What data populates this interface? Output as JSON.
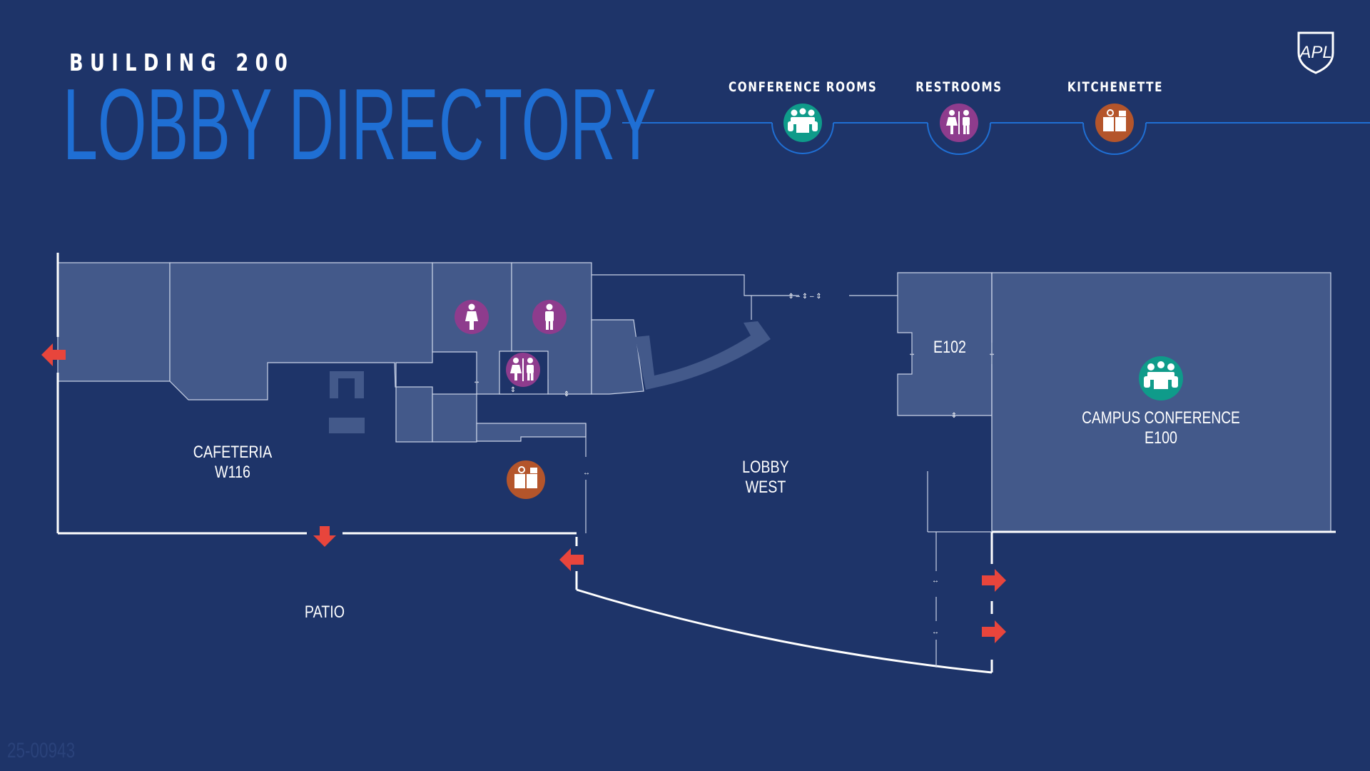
{
  "header": {
    "subtitle": "BUILDING 200",
    "title": "LOBBY DIRECTORY",
    "logo_text": "APL"
  },
  "legend": [
    {
      "label": "CONFERENCE ROOMS",
      "icon": "conference-icon",
      "color": "#0f9b8a"
    },
    {
      "label": "RESTROOMS",
      "icon": "restroom-icon",
      "color": "#8e3c8d"
    },
    {
      "label": "KITCHENETTE",
      "icon": "kitchenette-icon",
      "color": "#b4552b"
    }
  ],
  "rooms": {
    "cafeteria": {
      "name": "CAFETERIA",
      "number": "W116"
    },
    "lobby_west": {
      "line1": "LOBBY",
      "line2": "WEST"
    },
    "e102": "E102",
    "campus_conference": {
      "name": "CAMPUS CONFERENCE",
      "number": "E100"
    },
    "patio": "PATIO"
  },
  "colors": {
    "background": "#1e3469",
    "room_fill": "#43598a",
    "title_blue": "#1f6fd4",
    "exit_arrow": "#e8453c",
    "wall": "#ffffff"
  },
  "footer_code": "25-00943"
}
